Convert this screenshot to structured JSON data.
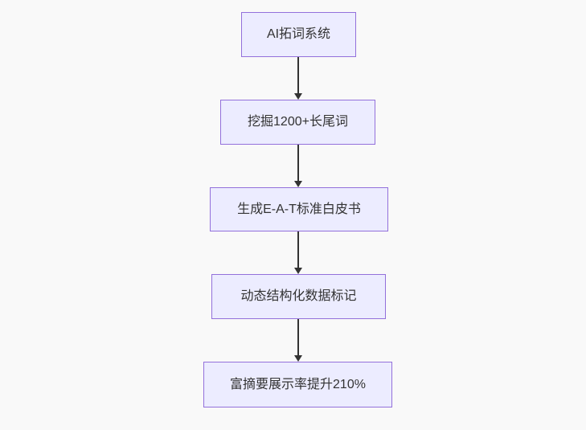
{
  "flowchart": {
    "direction": "top-down",
    "background_color": "#f9f9f9",
    "node_fill_color": "#ECECFF",
    "node_border_color": "#9370DB",
    "text_color": "#333333",
    "arrow_color": "#333333",
    "nodes": [
      {
        "id": "A",
        "label": "AI拓词系统"
      },
      {
        "id": "B",
        "label": "挖掘1200+长尾词"
      },
      {
        "id": "C",
        "label": "生成E-A-T标准白皮书"
      },
      {
        "id": "D",
        "label": "动态结构化数据标记"
      },
      {
        "id": "E",
        "label": "富摘要展示率提升210%"
      }
    ],
    "edges": [
      {
        "from": "AI拓词系统",
        "to": "挖掘1200+长尾词"
      },
      {
        "from": "挖掘1200+长尾词",
        "to": "生成E-A-T标准白皮书"
      },
      {
        "from": "生成E-A-T标准白皮书",
        "to": "动态结构化数据标记"
      },
      {
        "from": "动态结构化数据标记",
        "to": "富摘要展示率提升210%"
      }
    ]
  }
}
